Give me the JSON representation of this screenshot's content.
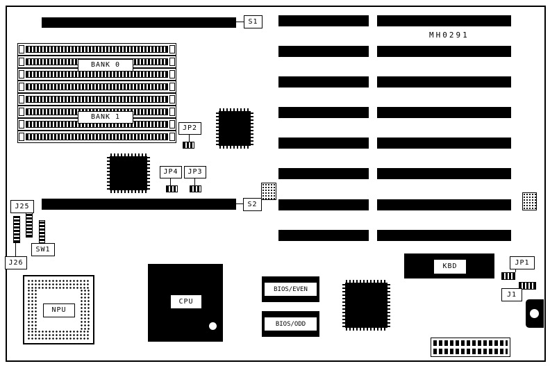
{
  "diagram": {
    "part_number": "MH0291",
    "labels": {
      "s1": "S1",
      "s2": "S2",
      "jp1": "JP1",
      "jp2": "JP2",
      "jp3": "JP3",
      "jp4": "JP4",
      "j1": "J1",
      "j25": "J25",
      "j26": "J26",
      "sw1": "SW1",
      "bank0": "BANK 0",
      "bank1": "BANK 1",
      "npu": "NPU",
      "cpu": "CPU",
      "kbd": "KBD",
      "bios_even": "BIOS/EVEN",
      "bios_odd": "BIOS/ODD"
    },
    "colors": {
      "ink": "#000000",
      "paper": "#ffffff"
    }
  }
}
